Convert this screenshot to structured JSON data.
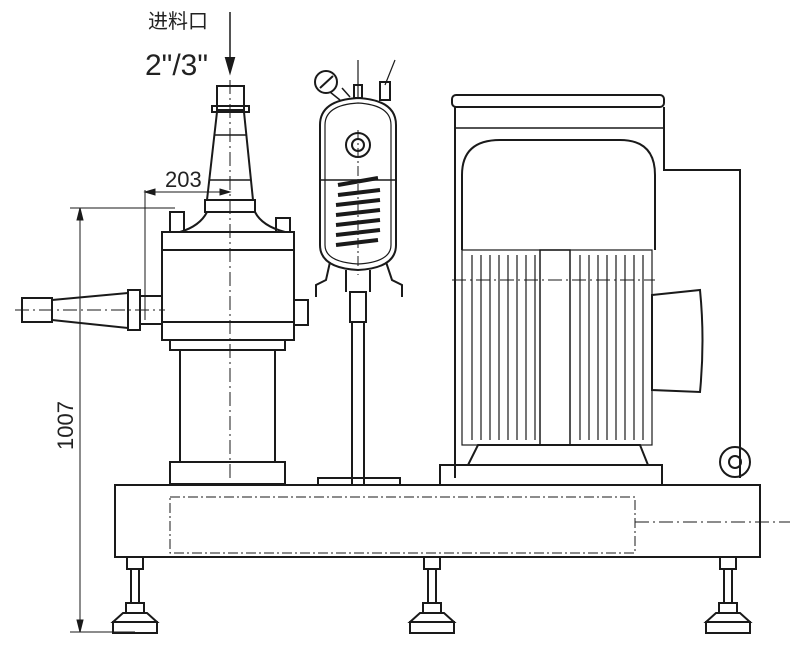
{
  "drawing": {
    "inlet_label": "进料口",
    "inlet_size": "2\"/3\"",
    "dim_horizontal": "203",
    "dim_vertical": "1007",
    "line_color": "#1a1a1a"
  }
}
